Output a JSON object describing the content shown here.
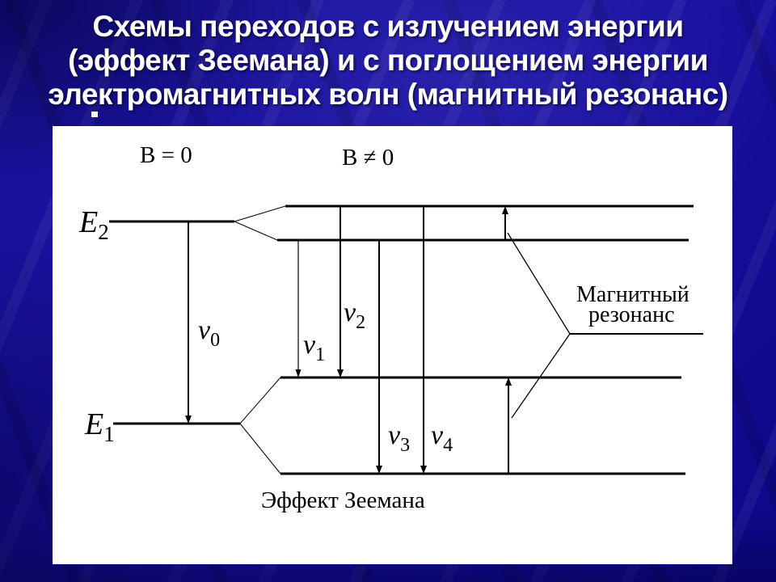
{
  "slide": {
    "title_lines": [
      "Схемы переходов с излучением энергии",
      "(эффект Зеемана) и с поглощением энергии",
      "электромагнитных волн (магнитный резонанс)"
    ]
  },
  "diagram": {
    "field_labels": {
      "b_zero": "В = 0",
      "b_nonzero": "В ≠ 0"
    },
    "levels": {
      "e2": {
        "sym": "E",
        "sub": "2"
      },
      "e1": {
        "sym": "E",
        "sub": "1"
      }
    },
    "transitions": {
      "nu0": {
        "sym": "ν",
        "sub": "0"
      },
      "nu1": {
        "sym": "ν",
        "sub": "1"
      },
      "nu2": {
        "sym": "ν",
        "sub": "2"
      },
      "nu3": {
        "sym": "ν",
        "sub": "3"
      },
      "nu4": {
        "sym": "ν",
        "sub": "4"
      }
    },
    "captions": {
      "magnetic_resonance_line1": "Магнитный",
      "magnetic_resonance_line2": "резонанс",
      "zeeman_effect": "Эффект Зеемана"
    },
    "colors": {
      "background_blue": "#140f96",
      "panel_white": "#ffffff",
      "ink_black": "#000000",
      "title_white": "#ffffff"
    }
  }
}
